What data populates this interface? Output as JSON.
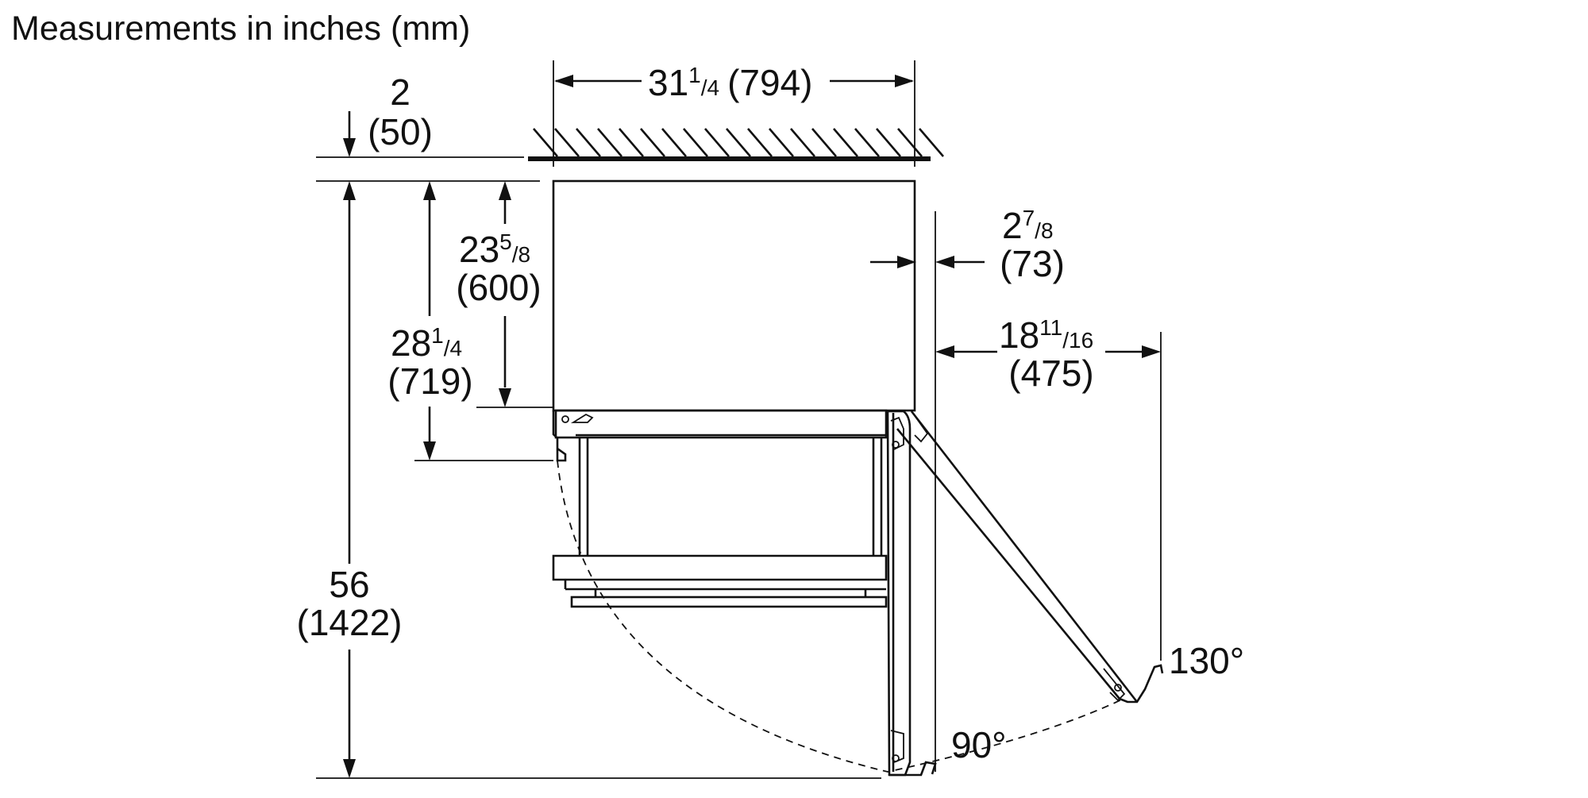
{
  "title": "Measurements in inches (mm)",
  "dimensions": {
    "width": {
      "whole": "31",
      "num": "1",
      "den": "/4",
      "mm": "(794)"
    },
    "clearance_top": {
      "inch": "2",
      "mm": "(50)"
    },
    "depth_cabinet": {
      "whole": "23",
      "num": "5",
      "den": "/8",
      "mm": "(600)"
    },
    "depth_to_drawer": {
      "whole": "28",
      "num": "1",
      "den": "/4",
      "mm": "(719)"
    },
    "height": {
      "inch": "56",
      "mm": "(1422)"
    },
    "door_offset": {
      "whole": "2",
      "num": "7",
      "den": "/8",
      "mm": "(73)"
    },
    "door_swing": {
      "whole": "18",
      "num": "11",
      "den": "/16",
      "mm": "(475)"
    }
  },
  "angles": {
    "open_wide": "130°",
    "open_90": "90°"
  }
}
